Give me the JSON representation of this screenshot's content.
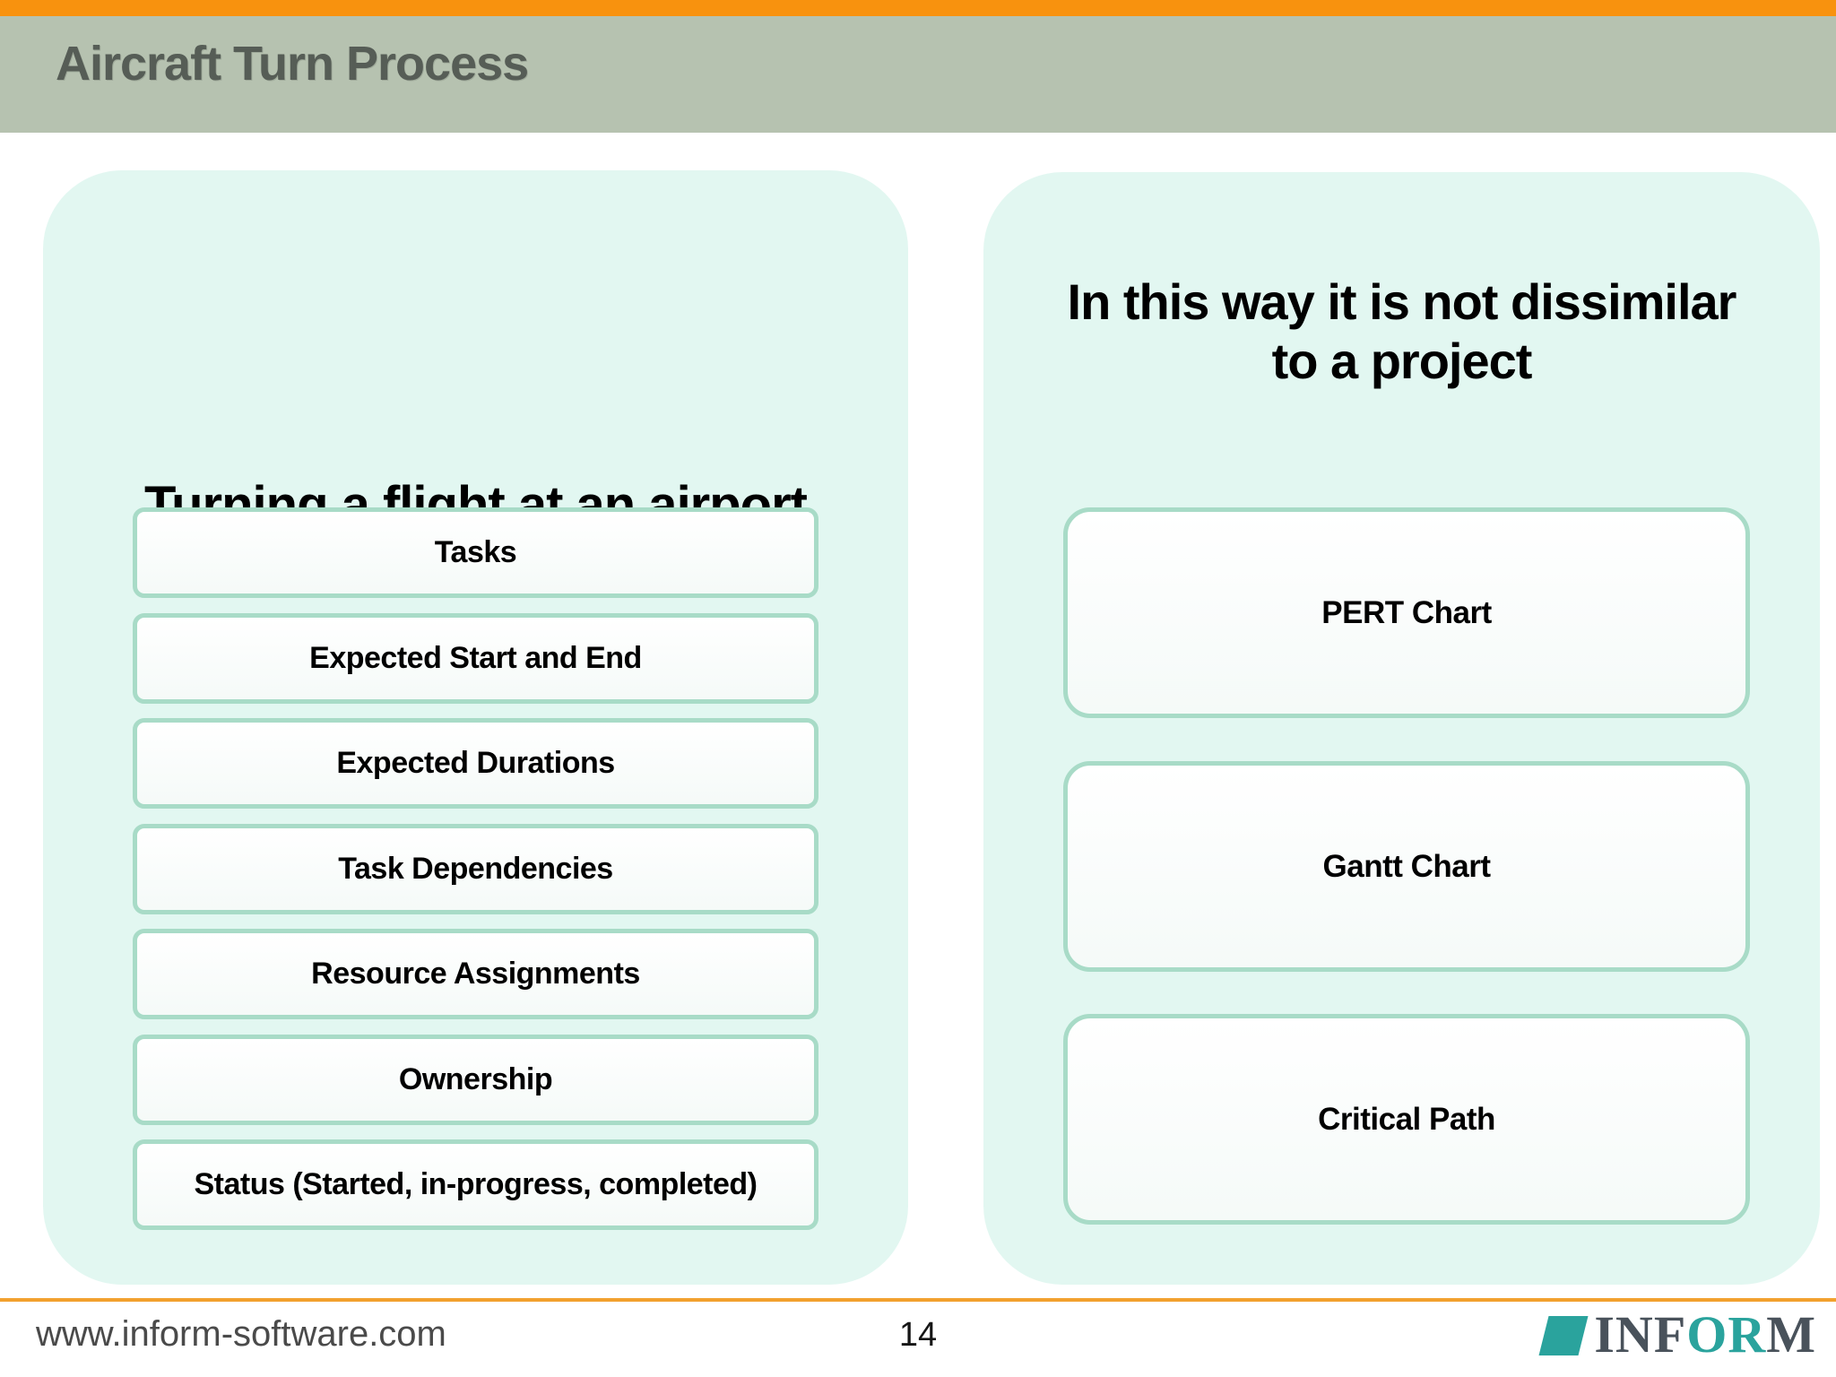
{
  "header": {
    "title": "Aircraft Turn Process"
  },
  "left_panel": {
    "title": "Turning a flight at an airport",
    "items": [
      "Tasks",
      "Expected Start and End",
      "Expected Durations",
      "Task Dependencies",
      "Resource Assignments",
      "Ownership",
      "Status (Started, in-progress, completed)"
    ]
  },
  "right_panel": {
    "title_line1": "In this way it is not dissimilar",
    "title_line2": "to a project",
    "items": [
      "PERT Chart",
      "Gantt Chart",
      "Critical Path"
    ]
  },
  "footer": {
    "website": "www.inform-software.com",
    "page_number": "14",
    "logo": {
      "part1": "INF",
      "part2": "OR",
      "part3": "M"
    }
  },
  "colors": {
    "accent-orange": "#F8920E",
    "header-band": "#B6C2B0",
    "header-title": "#565D56",
    "panel-bg": "#E2F7F1",
    "box-border": "#A8DBC7",
    "box-fill-top": "#FFFFFF",
    "box-fill-bottom": "#F5FAF8",
    "footer-line": "#F2A12E",
    "footer-text": "#4A4A4A",
    "logo-teal": "#2AA39D",
    "logo-gray": "#49525B",
    "text-black": "#000000"
  }
}
